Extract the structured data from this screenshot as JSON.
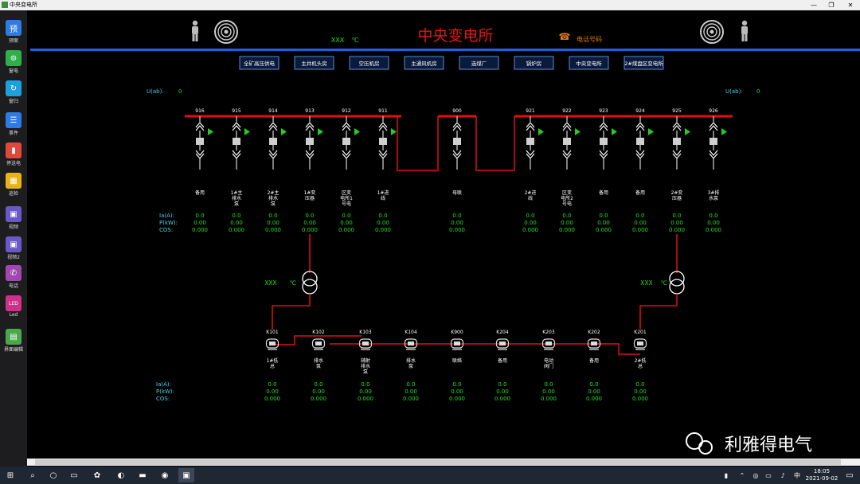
{
  "window": {
    "title": "中央变电所",
    "minimize": "—",
    "restore": "❐",
    "close": "✕"
  },
  "sidebar": [
    {
      "label": "预案",
      "glyph": "预",
      "color": "#2d7be5"
    },
    {
      "label": "窗电",
      "glyph": "⊚",
      "color": "#2fae4a"
    },
    {
      "label": "窗归",
      "glyph": "↻",
      "color": "#1ea0dc"
    },
    {
      "label": "事件",
      "glyph": "☰",
      "color": "#2d7be5"
    },
    {
      "label": "停送电",
      "glyph": "▮",
      "color": "#e0483c"
    },
    {
      "label": "巡检",
      "glyph": "▦",
      "color": "#e8b318"
    },
    {
      "label": "视频",
      "glyph": "▣",
      "color": "#6a58c8"
    },
    {
      "label": "视频2",
      "glyph": "▣",
      "color": "#6a58c8"
    },
    {
      "label": "电话",
      "glyph": "✆",
      "color": "#a048b0"
    },
    {
      "label": "Led",
      "glyph": "LED",
      "color": "#d0308a"
    },
    {
      "label": "界面编辑",
      "glyph": "▤",
      "color": "#4aa84a"
    }
  ],
  "header": {
    "title": "中央变电所",
    "temp_value": "XXX",
    "temp_unit": "℃",
    "phone_label": "电话号码"
  },
  "nav_tabs": [
    "全矿高压供电",
    "主井机头房",
    "空压机房",
    "主通风机房",
    "选煤厂",
    "锅炉房",
    "中央变电所",
    "2#煤盘区变电所"
  ],
  "uab": {
    "label": "U(ab):",
    "left_value": "0",
    "right_value": "0"
  },
  "top_metric_labels": [
    "Ia(A):",
    "P(kW):",
    "COS:"
  ],
  "top_feeders": [
    {
      "id": "916",
      "name": [
        "备用"
      ],
      "ia": "0.0",
      "p": "0.00",
      "cos": "0.000"
    },
    {
      "id": "915",
      "name": [
        "1#主",
        "排水",
        "泵"
      ],
      "ia": "0.0",
      "p": "0.00",
      "cos": "0.000"
    },
    {
      "id": "914",
      "name": [
        "2#主",
        "排水",
        "泵"
      ],
      "ia": "0.0",
      "p": "0.00",
      "cos": "0.000"
    },
    {
      "id": "913",
      "name": [
        "1#变",
        "压器"
      ],
      "ia": "0.0",
      "p": "0.00",
      "cos": "0.000"
    },
    {
      "id": "912",
      "name": [
        "区变",
        "电所1",
        "号电"
      ],
      "ia": "0.0",
      "p": "0.00",
      "cos": "0.000"
    },
    {
      "id": "911",
      "name": [
        "1#进",
        "线"
      ],
      "ia": "0.0",
      "p": "0.00",
      "cos": "0.000"
    },
    {
      "id": "900",
      "name": [
        "母联"
      ],
      "ia": "0.0",
      "p": "0.00",
      "cos": "0.000"
    },
    {
      "id": "921",
      "name": [
        "2#进",
        "线"
      ],
      "ia": "0.0",
      "p": "0.00",
      "cos": "0.000"
    },
    {
      "id": "922",
      "name": [
        "区变",
        "电所2",
        "号电"
      ],
      "ia": "0.0",
      "p": "0.00",
      "cos": "0.000"
    },
    {
      "id": "923",
      "name": [
        "备用"
      ],
      "ia": "0.0",
      "p": "0.00",
      "cos": "0.000"
    },
    {
      "id": "924",
      "name": [
        "备用"
      ],
      "ia": "0.0",
      "p": "0.00",
      "cos": "0.000"
    },
    {
      "id": "925",
      "name": [
        "2#变",
        "压器"
      ],
      "ia": "0.0",
      "p": "0.00",
      "cos": "0.000"
    },
    {
      "id": "926",
      "name": [
        "3#排",
        "水泵"
      ],
      "ia": "0.0",
      "p": "0.00",
      "cos": "0.000"
    }
  ],
  "transformers": {
    "left_temp": "XXX",
    "right_temp": "XXX",
    "unit": "℃"
  },
  "bottom_metric_labels": [
    "Ia(A):",
    "P(kW):",
    "COS:"
  ],
  "bottom_feeders": [
    {
      "id": "K101",
      "name": [
        "1#低",
        "总"
      ],
      "ia": "0.0",
      "p": "0.00",
      "cos": "0.000"
    },
    {
      "id": "K102",
      "name": [
        "排水",
        "泵"
      ],
      "ia": "0.0",
      "p": "0.00",
      "cos": "0.000"
    },
    {
      "id": "K103",
      "name": [
        "辅射",
        "排水",
        "泵"
      ],
      "ia": "0.0",
      "p": "0.00",
      "cos": "0.000"
    },
    {
      "id": "K104",
      "name": [
        "排水",
        "泵"
      ],
      "ia": "0.0",
      "p": "0.00",
      "cos": "0.000"
    },
    {
      "id": "K900",
      "name": [
        "联络"
      ],
      "ia": "0.0",
      "p": "0.00",
      "cos": "0.000"
    },
    {
      "id": "K204",
      "name": [
        "备用"
      ],
      "ia": "0.0",
      "p": "0.00",
      "cos": "0.000"
    },
    {
      "id": "K203",
      "name": [
        "电动",
        "阀门"
      ],
      "ia": "0.0",
      "p": "0.00",
      "cos": "0.000"
    },
    {
      "id": "K202",
      "name": [
        "备用"
      ],
      "ia": "0.0",
      "p": "0.00",
      "cos": "0.000"
    },
    {
      "id": "K201",
      "name": [
        "2#低",
        "总"
      ],
      "ia": "0.0",
      "p": "0.00",
      "cos": "0.000"
    }
  ],
  "watermark": "利雅得电气",
  "taskbar": {
    "time": "18:05",
    "date": "2021-09-02",
    "ime": "中"
  },
  "colors": {
    "bus": "#e01010",
    "label": "#4ad0e8",
    "value": "#20e020",
    "title": "#e01818",
    "arrow": "#20d020"
  }
}
